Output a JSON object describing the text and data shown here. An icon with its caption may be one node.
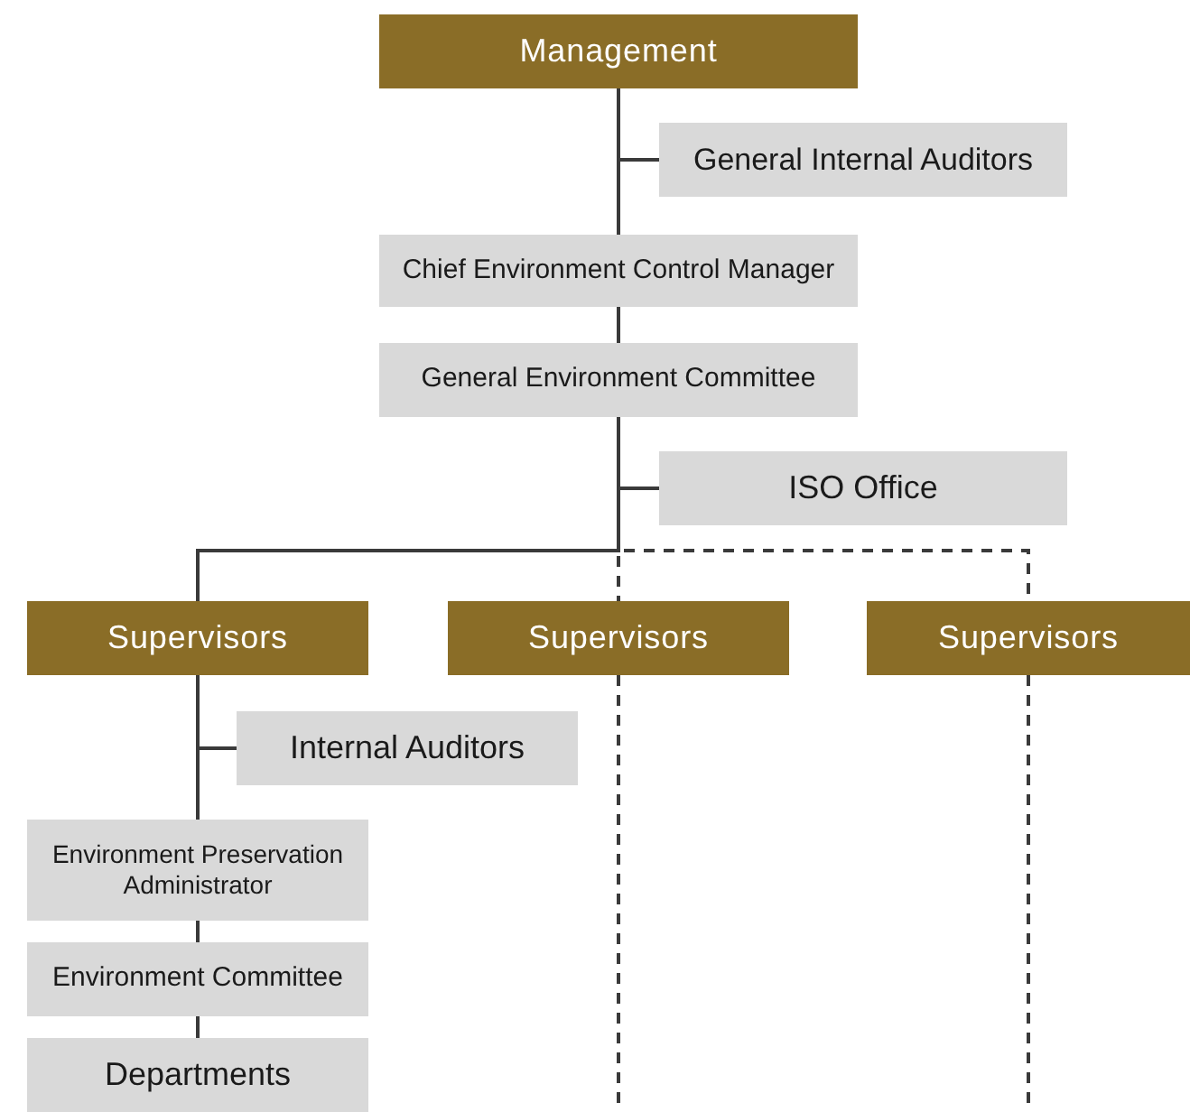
{
  "diagram": {
    "nodes": [
      {
        "text": [
          "Management"
        ]
      },
      {
        "text": [
          "General Internal Auditors"
        ]
      },
      {
        "text": [
          "Chief Environment Control Manager"
        ]
      },
      {
        "text": [
          "General Environment Committee"
        ]
      },
      {
        "text": [
          "ISO Office"
        ]
      },
      {
        "text": [
          "Supervisors"
        ]
      },
      {
        "text": [
          "Supervisors"
        ]
      },
      {
        "text": [
          "Supervisors"
        ]
      },
      {
        "text": [
          "Internal Auditors"
        ]
      },
      {
        "text": [
          "Environment Preservation Administrator"
        ]
      },
      {
        "text": [
          "Environment Committee"
        ]
      },
      {
        "text": [
          "Departments"
        ]
      }
    ],
    "edges": [
      {
        "from": 0,
        "to": 1,
        "arrow": "none"
      },
      {
        "from": 0,
        "to": 2,
        "arrow": "none"
      },
      {
        "from": 2,
        "to": 3,
        "arrow": "none"
      },
      {
        "from": 3,
        "to": 4,
        "arrow": "none"
      },
      {
        "from": 3,
        "to": 5,
        "arrow": "none"
      },
      {
        "from": 3,
        "to": 6,
        "arrow": "none",
        "style": "dashed"
      },
      {
        "from": 3,
        "to": 7,
        "arrow": "none",
        "style": "dashed"
      },
      {
        "from": 5,
        "to": 8,
        "arrow": "none"
      },
      {
        "from": 5,
        "to": 9,
        "arrow": "none"
      },
      {
        "from": 9,
        "to": 10,
        "arrow": "none"
      },
      {
        "from": 10,
        "to": 11,
        "arrow": "none"
      },
      {
        "from": 6,
        "to": null,
        "arrow": "none",
        "style": "dashed"
      },
      {
        "from": 7,
        "to": null,
        "arrow": "none",
        "style": "dashed"
      }
    ]
  }
}
